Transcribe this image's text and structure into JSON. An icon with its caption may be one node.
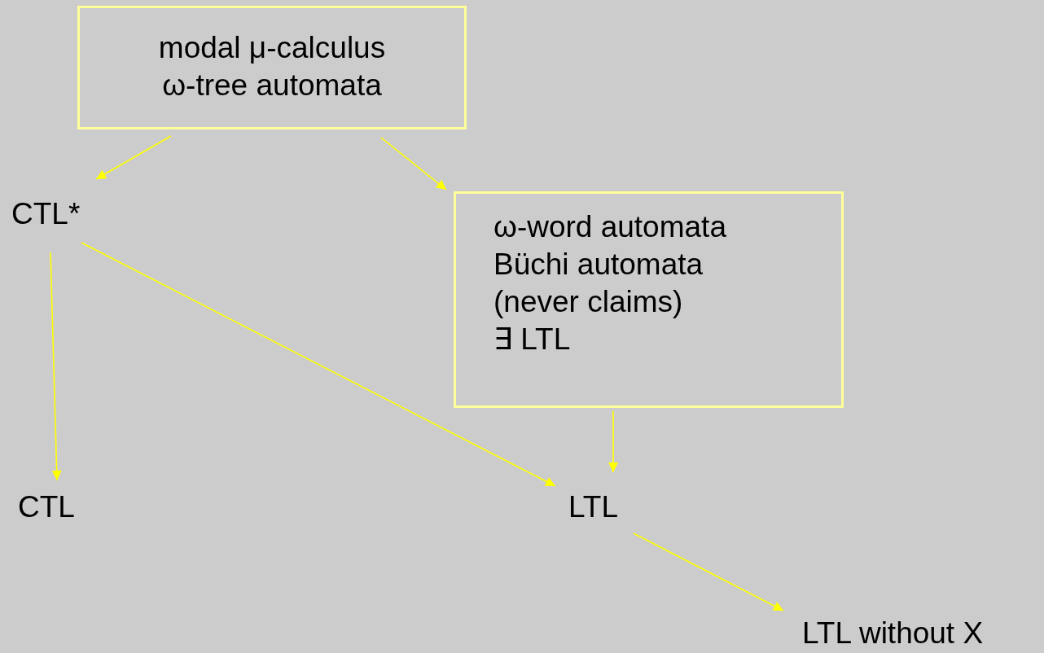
{
  "diagram": {
    "nodes": [
      {
        "text": [
          "modal μ-calculus",
          "ω-tree automata"
        ]
      },
      {
        "text": [
          "CTL*"
        ]
      },
      {
        "text": [
          "ω-word automata",
          "Büchi automata",
          "(never claims)",
          "∃ LTL"
        ]
      },
      {
        "text": [
          "CTL"
        ]
      },
      {
        "text": [
          "LTL"
        ]
      },
      {
        "text": [
          "LTL without X"
        ]
      }
    ],
    "edges": [
      {
        "from": 0,
        "to": 1,
        "arrow": "to"
      },
      {
        "from": 0,
        "to": 2,
        "arrow": "to"
      },
      {
        "from": 1,
        "to": 3,
        "arrow": "to"
      },
      {
        "from": 1,
        "to": 4,
        "arrow": "to"
      },
      {
        "from": 2,
        "to": 4,
        "arrow": "to"
      },
      {
        "from": 4,
        "to": 5,
        "arrow": "to"
      }
    ]
  }
}
